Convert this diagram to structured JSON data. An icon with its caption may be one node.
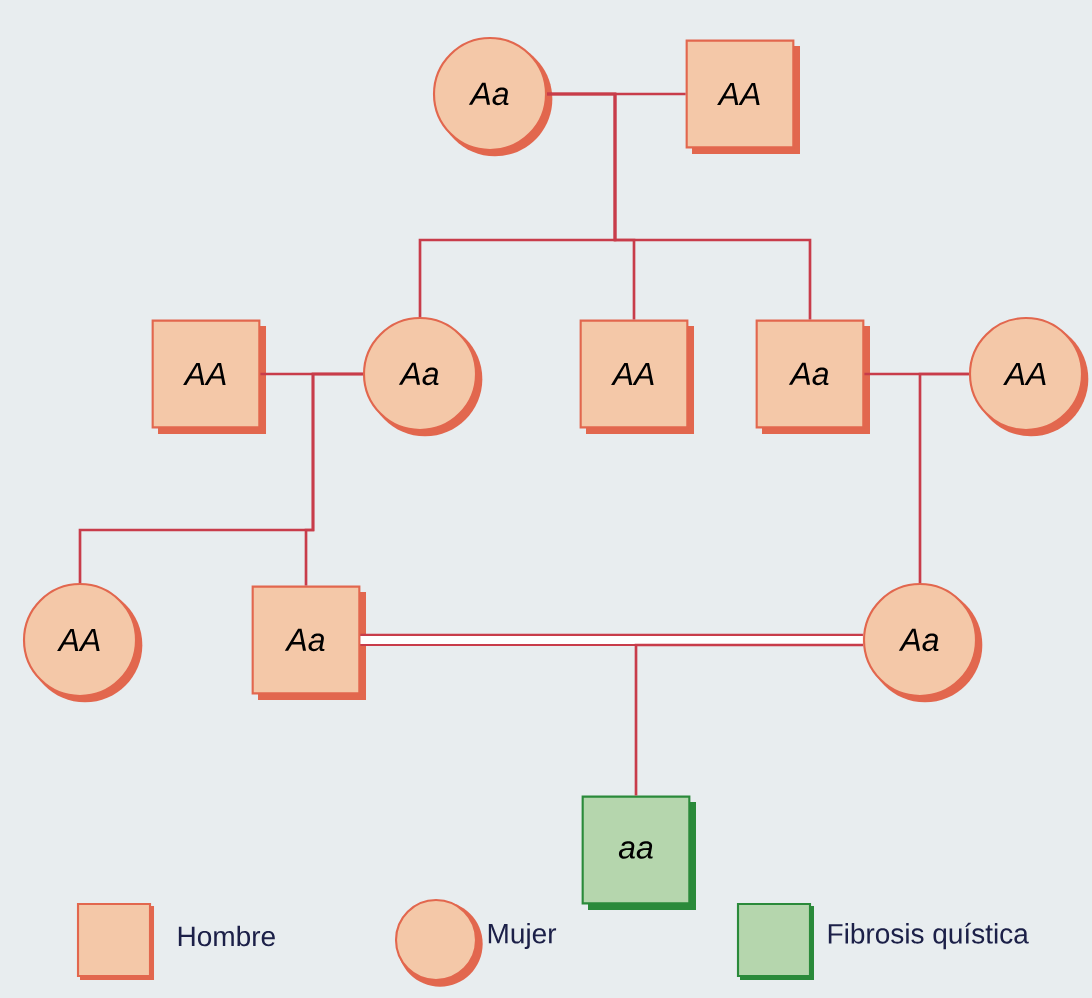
{
  "diagram": {
    "nodes": [
      {
        "text": [
          "Aa"
        ]
      },
      {
        "text": [
          "AA"
        ]
      },
      {
        "text": [
          "AA"
        ]
      },
      {
        "text": [
          "Aa"
        ]
      },
      {
        "text": [
          "AA"
        ]
      },
      {
        "text": [
          "Aa"
        ]
      },
      {
        "text": [
          "AA"
        ]
      },
      {
        "text": [
          "AA"
        ]
      },
      {
        "text": [
          "Aa"
        ]
      },
      {
        "text": [
          "Aa"
        ]
      },
      {
        "text": [
          "aa"
        ]
      }
    ],
    "edges": [
      {
        "from": 0,
        "to": 1,
        "arrow": "none"
      },
      {
        "from": 2,
        "to": 3,
        "arrow": "none"
      },
      {
        "from": 5,
        "to": 6,
        "arrow": "none"
      },
      {
        "from": 8,
        "to": 9,
        "arrow": "none",
        "style": "thick"
      },
      {
        "from": 0,
        "to": 3,
        "arrow": "none"
      },
      {
        "from": 0,
        "to": 4,
        "arrow": "none"
      },
      {
        "from": 0,
        "to": 5,
        "arrow": "none"
      },
      {
        "from": 3,
        "to": 7,
        "arrow": "none"
      },
      {
        "from": 3,
        "to": 8,
        "arrow": "none"
      },
      {
        "from": 6,
        "to": 9,
        "arrow": "none"
      },
      {
        "from": 9,
        "to": 10,
        "arrow": "none"
      }
    ],
    "legend": [
      {
        "text": "Hombre"
      },
      {
        "text": "Mujer"
      },
      {
        "text": "Fibrosis quística",
        "color": "#b5d6ad"
      }
    ]
  }
}
